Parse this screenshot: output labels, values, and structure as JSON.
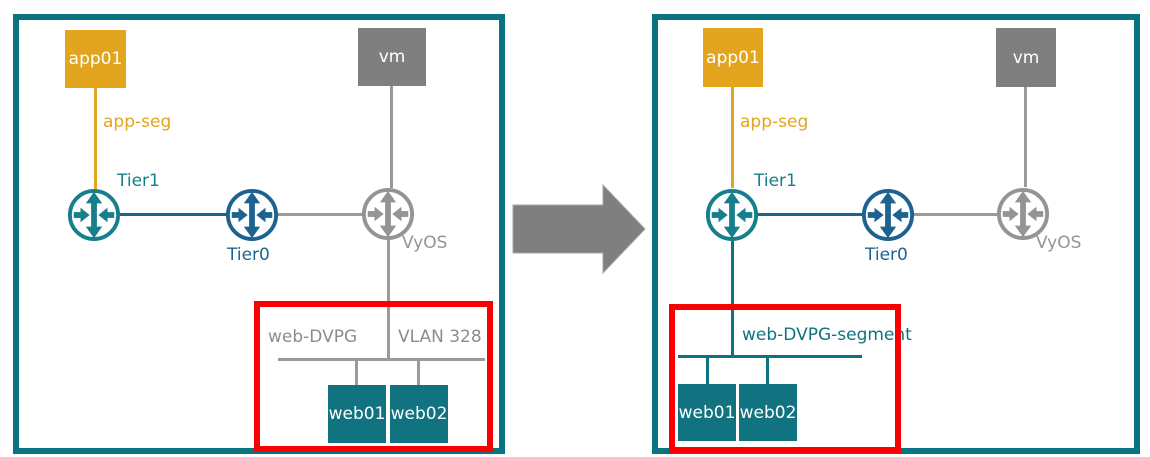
{
  "colors": {
    "panel_border": "#0A7380",
    "node_gold": "#E2A51D",
    "node_gray": "#7F7F7F",
    "node_teal": "#10737F",
    "router_teal": "#157F8B",
    "router_blue": "#1D6390",
    "router_gray": "#949494",
    "connector_gray": "#9A9A9A",
    "connector_teal": "#0D7380",
    "label_gray": "#8C8C8C",
    "highlight_red": "#FB0000",
    "transition_arrow_gray": "#7F7F7F"
  },
  "panels": {
    "before": {
      "nodes": {
        "app01": "app01",
        "vm": "vm",
        "tier1": "Tier1",
        "tier0": "Tier0",
        "vyos": "VyOS",
        "web01": "web01",
        "web02": "web02"
      },
      "labels": {
        "app_seg": "app-seg",
        "portgroup": "web-DVPG",
        "vlan": "VLAN 328"
      }
    },
    "after": {
      "nodes": {
        "app01": "app01",
        "vm": "vm",
        "tier1": "Tier1",
        "tier0": "Tier0",
        "vyos": "VyOS",
        "web01": "web01",
        "web02": "web02"
      },
      "labels": {
        "app_seg": "app-seg",
        "segment": "web-DVPG-segment"
      }
    }
  }
}
